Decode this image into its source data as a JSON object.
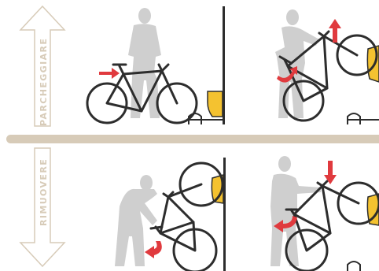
{
  "labels": {
    "park": "PARCHEGGIARE",
    "remove": "RIMUOVERE"
  },
  "colors": {
    "beige": "#d7cbb8",
    "bike": "#2d2d2d",
    "person": "#cfcfcf",
    "red_arrow": "#e03a3e",
    "yellow_holder": "#f4c230"
  },
  "icons": [
    "person-silhouette",
    "bicycle",
    "wheel-holder",
    "direction-arrow"
  ]
}
